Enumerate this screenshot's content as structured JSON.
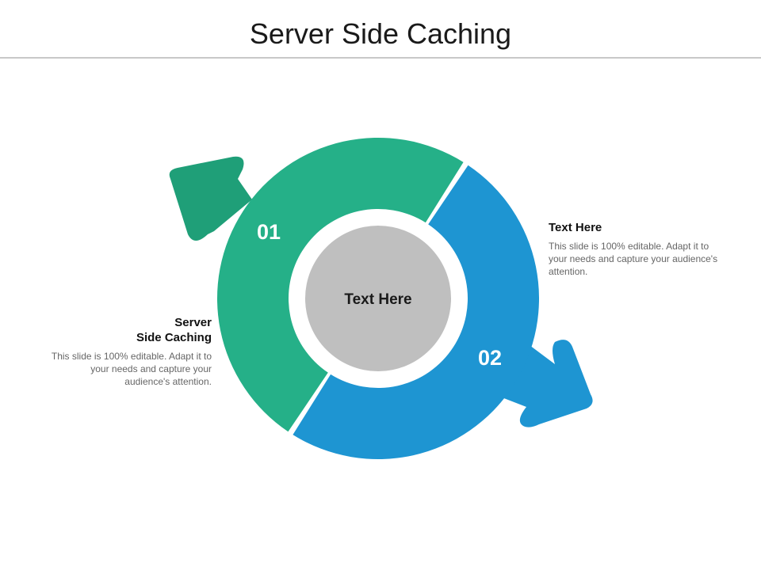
{
  "title": "Server Side Caching",
  "center": {
    "label": "Text Here"
  },
  "segments": [
    {
      "number": "01",
      "color": "#25b088",
      "arrow_color": "#1f9f78"
    },
    {
      "number": "02",
      "color": "#1e95d2",
      "arrow_color": "#1e95d2"
    }
  ],
  "left_block": {
    "heading": "Server\nSide Caching",
    "body": "This slide is 100% editable. Adapt it to your needs and capture your audience's attention."
  },
  "right_block": {
    "heading": "Text Here",
    "body": "This slide is 100% editable. Adapt it to your needs and capture your audience's attention."
  },
  "colors": {
    "center_circle": "#bfbfbf",
    "rule": "#c8c8c8"
  }
}
